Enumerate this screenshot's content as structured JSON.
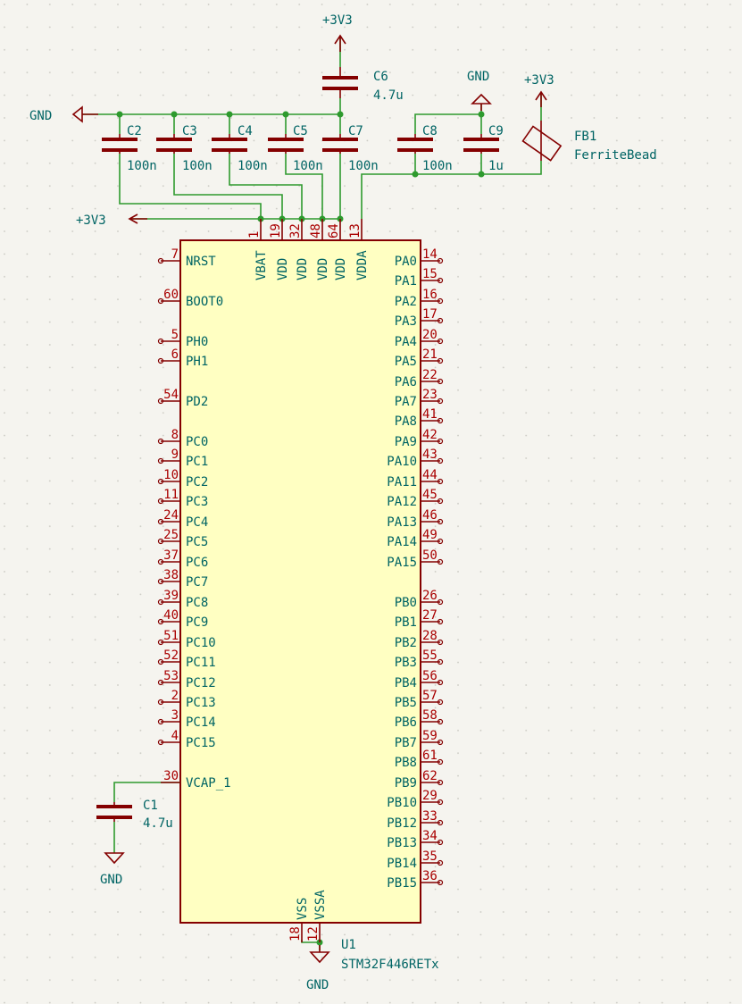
{
  "colors": {
    "background": "#f5f4ef",
    "grid": "#c9c8c1",
    "wire": "#2e9a2e",
    "component": "#840000",
    "component_body": "#ffffc2",
    "pin_label": "#006464",
    "value_text": "#006464",
    "pin_number": "#a90000",
    "junction": "#2e9a2e"
  },
  "power": {
    "top_3v3": "+3V3",
    "fb_3v3": "+3V3",
    "left_gnd": "GND",
    "top_gnd": "GND",
    "left_3v3": "+3V3",
    "c1_gnd": "GND",
    "u1_gnd": "GND"
  },
  "components": {
    "c1": {
      "ref": "C1",
      "value": "4.7u"
    },
    "c2": {
      "ref": "C2",
      "value": "100n"
    },
    "c3": {
      "ref": "C3",
      "value": "100n"
    },
    "c4": {
      "ref": "C4",
      "value": "100n"
    },
    "c5": {
      "ref": "C5",
      "value": "100n"
    },
    "c6": {
      "ref": "C6",
      "value": "4.7u"
    },
    "c7": {
      "ref": "C7",
      "value": "100n"
    },
    "c8": {
      "ref": "C8",
      "value": "100n"
    },
    "c9": {
      "ref": "C9",
      "value": "1u"
    },
    "fb1": {
      "ref": "FB1",
      "value": "FerriteBead"
    },
    "u1": {
      "ref": "U1",
      "value": "STM32F446RETx"
    }
  },
  "u1_pins": {
    "left": [
      {
        "name": "NRST",
        "num": "7"
      },
      {
        "name": "BOOT0",
        "num": "60"
      },
      {
        "name": "PH0",
        "num": "5"
      },
      {
        "name": "PH1",
        "num": "6"
      },
      {
        "name": "PD2",
        "num": "54"
      },
      {
        "name": "PC0",
        "num": "8"
      },
      {
        "name": "PC1",
        "num": "9"
      },
      {
        "name": "PC2",
        "num": "10"
      },
      {
        "name": "PC3",
        "num": "11"
      },
      {
        "name": "PC4",
        "num": "24"
      },
      {
        "name": "PC5",
        "num": "25"
      },
      {
        "name": "PC6",
        "num": "37"
      },
      {
        "name": "PC7",
        "num": "38"
      },
      {
        "name": "PC8",
        "num": "39"
      },
      {
        "name": "PC9",
        "num": "40"
      },
      {
        "name": "PC10",
        "num": "51"
      },
      {
        "name": "PC11",
        "num": "52"
      },
      {
        "name": "PC12",
        "num": "53"
      },
      {
        "name": "PC13",
        "num": "2"
      },
      {
        "name": "PC14",
        "num": "3"
      },
      {
        "name": "PC15",
        "num": "4"
      },
      {
        "name": "VCAP_1",
        "num": "30"
      }
    ],
    "right": [
      {
        "name": "PA0",
        "num": "14"
      },
      {
        "name": "PA1",
        "num": "15"
      },
      {
        "name": "PA2",
        "num": "16"
      },
      {
        "name": "PA3",
        "num": "17"
      },
      {
        "name": "PA4",
        "num": "20"
      },
      {
        "name": "PA5",
        "num": "21"
      },
      {
        "name": "PA6",
        "num": "22"
      },
      {
        "name": "PA7",
        "num": "23"
      },
      {
        "name": "PA8",
        "num": "41"
      },
      {
        "name": "PA9",
        "num": "42"
      },
      {
        "name": "PA10",
        "num": "43"
      },
      {
        "name": "PA11",
        "num": "44"
      },
      {
        "name": "PA12",
        "num": "45"
      },
      {
        "name": "PA13",
        "num": "46"
      },
      {
        "name": "PA14",
        "num": "49"
      },
      {
        "name": "PA15",
        "num": "50"
      },
      {
        "name": "PB0",
        "num": "26"
      },
      {
        "name": "PB1",
        "num": "27"
      },
      {
        "name": "PB2",
        "num": "28"
      },
      {
        "name": "PB3",
        "num": "55"
      },
      {
        "name": "PB4",
        "num": "56"
      },
      {
        "name": "PB5",
        "num": "57"
      },
      {
        "name": "PB6",
        "num": "58"
      },
      {
        "name": "PB7",
        "num": "59"
      },
      {
        "name": "PB8",
        "num": "61"
      },
      {
        "name": "PB9",
        "num": "62"
      },
      {
        "name": "PB10",
        "num": "29"
      },
      {
        "name": "PB12",
        "num": "33"
      },
      {
        "name": "PB13",
        "num": "34"
      },
      {
        "name": "PB14",
        "num": "35"
      },
      {
        "name": "PB15",
        "num": "36"
      }
    ],
    "top": [
      {
        "name": "VBAT",
        "num": "1"
      },
      {
        "name": "VDD",
        "num": "19"
      },
      {
        "name": "VDD",
        "num": "32"
      },
      {
        "name": "VDD",
        "num": "48"
      },
      {
        "name": "VDD",
        "num": "64"
      },
      {
        "name": "VDDA",
        "num": "13"
      }
    ],
    "bottom": [
      {
        "name": "VSS",
        "num": "18"
      },
      {
        "name": "VSSA",
        "num": "12"
      }
    ]
  }
}
